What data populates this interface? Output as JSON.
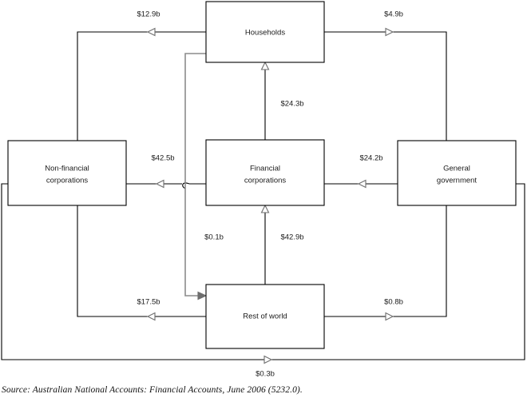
{
  "diagram": {
    "type": "flow-diagram",
    "title": "",
    "nodes": [
      {
        "id": "households",
        "label": "Households",
        "line1": "Households",
        "line2": ""
      },
      {
        "id": "non-financial-corporations",
        "label": "Non-financial corporations",
        "line1": "Non-financial",
        "line2": "corporations"
      },
      {
        "id": "financial-corporations",
        "label": "Financial corporations",
        "line1": "Financial",
        "line2": "corporations"
      },
      {
        "id": "general-government",
        "label": "General government",
        "line1": "General",
        "line2": "government"
      },
      {
        "id": "rest-of-world",
        "label": "Rest of world",
        "line1": "Rest of world",
        "line2": ""
      }
    ],
    "flows": [
      {
        "id": "hh-to-nfc",
        "from": "households",
        "to": "non-financial-corporations",
        "value": "$12.9b"
      },
      {
        "id": "hh-to-gg",
        "from": "households",
        "to": "general-government",
        "value": "$4.9b"
      },
      {
        "id": "fc-to-hh",
        "from": "financial-corporations",
        "to": "households",
        "value": "$24.3b"
      },
      {
        "id": "fc-to-nfc",
        "from": "financial-corporations",
        "to": "non-financial-corporations",
        "value": "$42.5b"
      },
      {
        "id": "gg-to-fc",
        "from": "general-government",
        "to": "financial-corporations",
        "value": "$24.2b"
      },
      {
        "id": "hh-to-row",
        "from": "households",
        "to": "rest-of-world",
        "value": "$0.1b"
      },
      {
        "id": "row-to-fc",
        "from": "rest-of-world",
        "to": "financial-corporations",
        "value": "$42.9b"
      },
      {
        "id": "row-to-nfc",
        "from": "rest-of-world",
        "to": "non-financial-corporations",
        "value": "$17.5b"
      },
      {
        "id": "row-to-gg",
        "from": "rest-of-world",
        "to": "general-government",
        "value": "$0.8b"
      },
      {
        "id": "nfc-to-gg",
        "from": "non-financial-corporations",
        "to": "general-government",
        "value": "$0.3b"
      }
    ],
    "colors": {
      "line": "#000000",
      "line_highlight": "#8c8c8c",
      "box_stroke": "#000000",
      "text": "#1a1a1a",
      "background": "#ffffff"
    }
  },
  "footer": {
    "source": "Source: Australian National Accounts: Financial Accounts, June 2006 (5232.0)."
  }
}
